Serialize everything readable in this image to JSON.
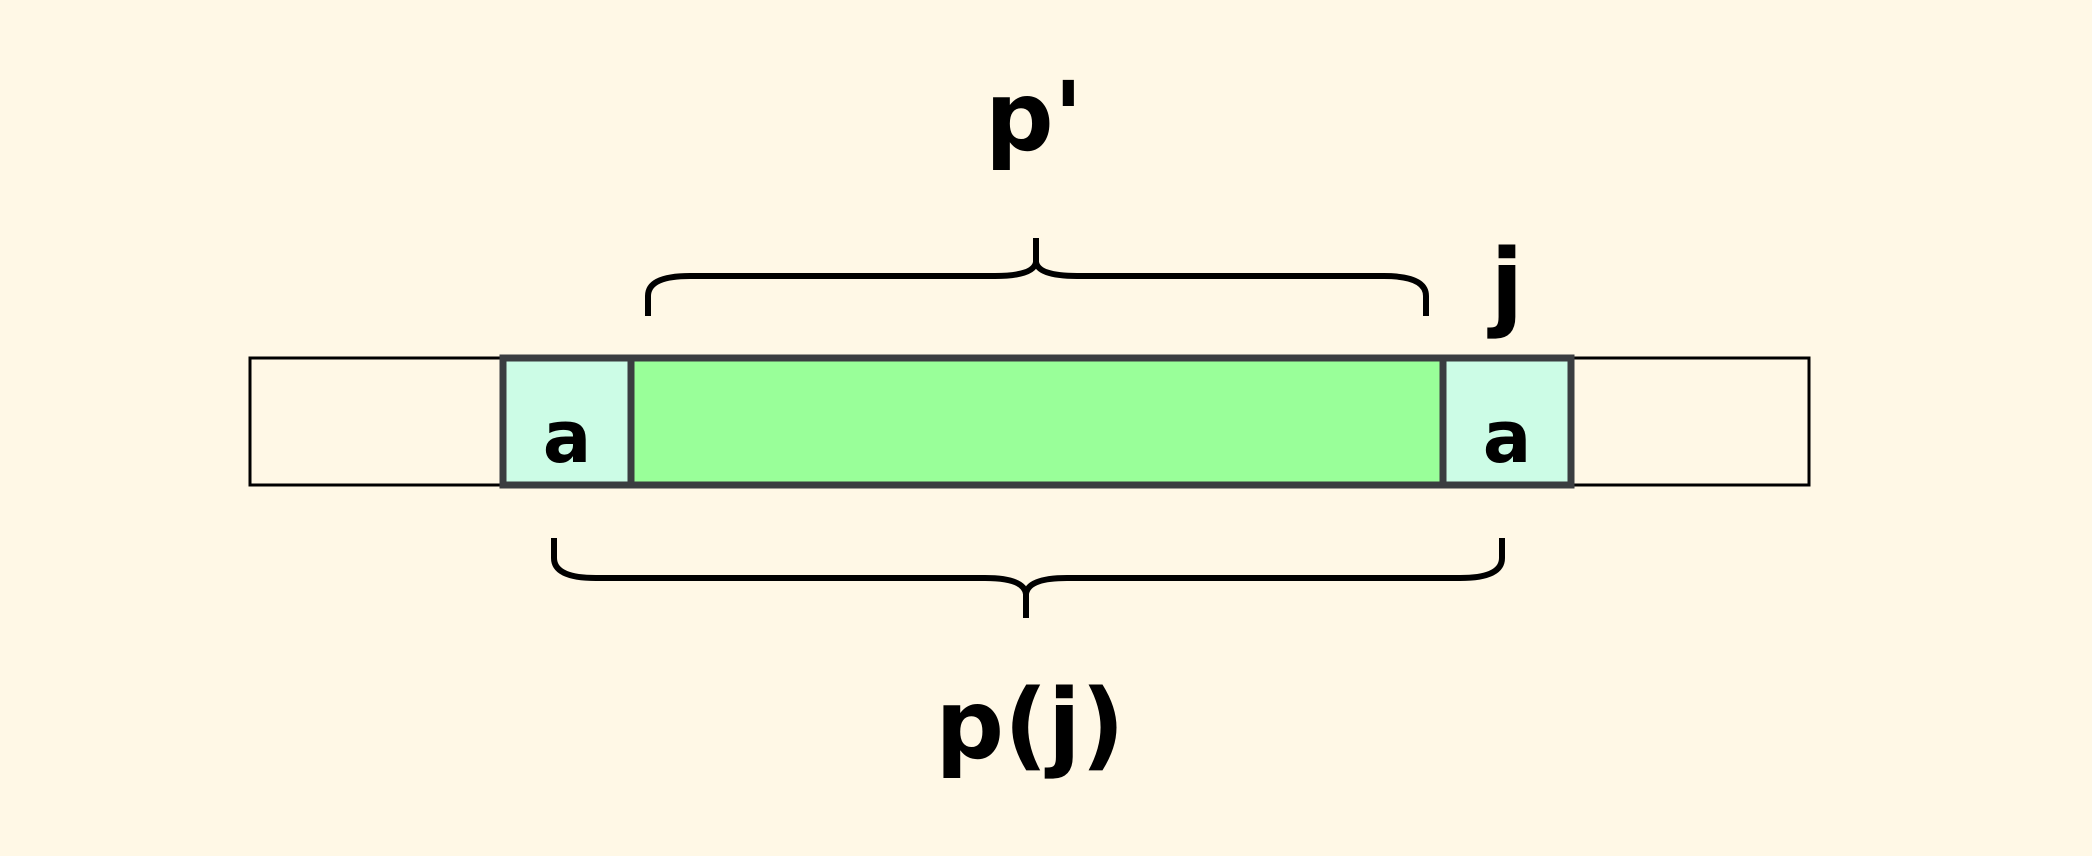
{
  "labels": {
    "p_prime": "p'",
    "j": "j",
    "p_of_j": "p(j)",
    "left_char": "a",
    "right_char": "a"
  },
  "colors": {
    "background": "#fff8e6",
    "char_cell": "#ccfce6",
    "match_region": "#99ff99",
    "border": "#3a3d40"
  }
}
